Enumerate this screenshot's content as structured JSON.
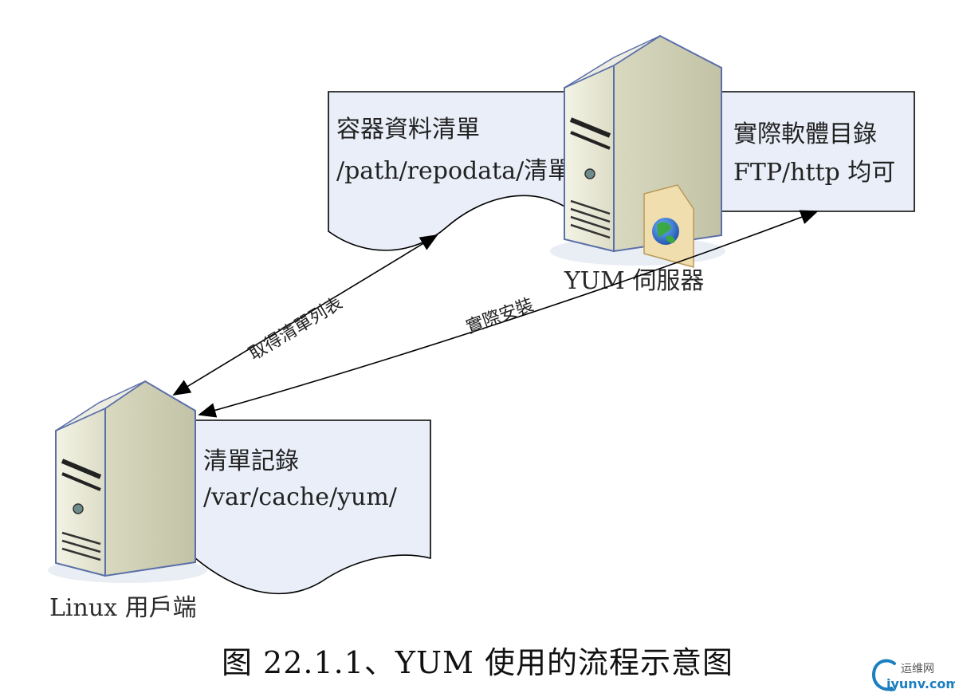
{
  "server_node": {
    "label": "YUM 伺服器"
  },
  "client_node": {
    "label": "Linux 用戶端"
  },
  "repo_doc": {
    "line1": "容器資料清單",
    "line2": "/path/repodata/清單"
  },
  "software_doc": {
    "line1": "實際軟體目錄",
    "line2": "FTP/http 均可"
  },
  "client_doc": {
    "line1": "清單記錄",
    "line2": "/var/cache/yum/"
  },
  "edges": {
    "get_list": "取得清單列表",
    "install": "實際安裝"
  },
  "caption": "图 22.1.1、YUM  使用的流程示意图",
  "watermark": {
    "cn": "运维网",
    "en": "iyunv.com"
  },
  "colors": {
    "doc_fill": "#e9eef8",
    "server_fill": "#e8e8d6",
    "server_outline": "#5a6fa8",
    "accent": "#1b7fc0"
  }
}
